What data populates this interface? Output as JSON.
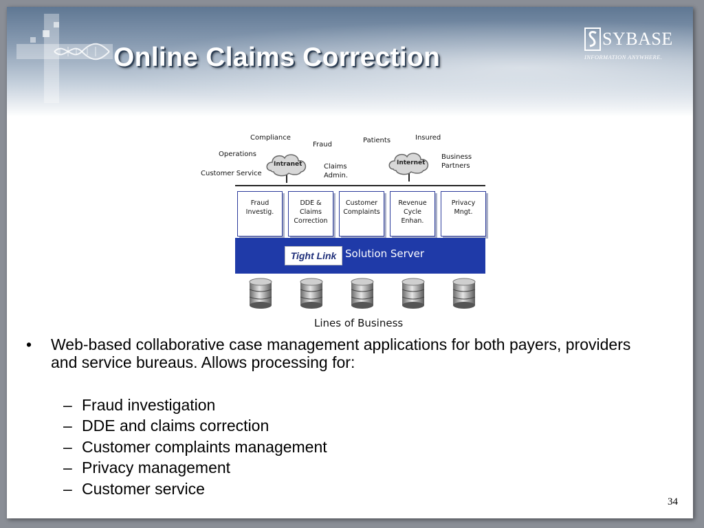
{
  "slide": {
    "title": "Online Claims Correction",
    "page_number": "34"
  },
  "logo": {
    "name": "SYBASE",
    "tagline": "INFORMATION ANYWHERE."
  },
  "diagram": {
    "stakeholders": {
      "compliance": "Compliance",
      "fraud": "Fraud",
      "patients": "Patients",
      "insured": "Insured",
      "operations": "Operations",
      "customer_service": "Customer Service",
      "claims_admin": "Claims\nAdmin.",
      "business_partners": "Business\nPartners"
    },
    "clouds": {
      "intranet": "Intranet",
      "internet": "Internet"
    },
    "applications": [
      {
        "label": "Fraud\nInvestig."
      },
      {
        "label": "DDE &\nClaims\nCorrection"
      },
      {
        "label": "Customer\nComplaints"
      },
      {
        "label": "Revenue\nCycle\nEnhan."
      },
      {
        "label": "Privacy\nMngt."
      }
    ],
    "server": {
      "brand": "Tight Link",
      "label": "Solution Server"
    },
    "databases_label": "Lines of Business"
  },
  "content": {
    "bullet": "Web-based collaborative case management applications for both payers, providers and service bureaus.  Allows processing for:",
    "sub_bullets": [
      "Fraud investigation",
      "DDE and claims correction",
      "Customer complaints management",
      "Privacy management",
      "Customer service"
    ]
  },
  "colors": {
    "header_blue": "#5f7793",
    "server_bar": "#1f3aa8",
    "box_border": "#2b3a9a"
  }
}
